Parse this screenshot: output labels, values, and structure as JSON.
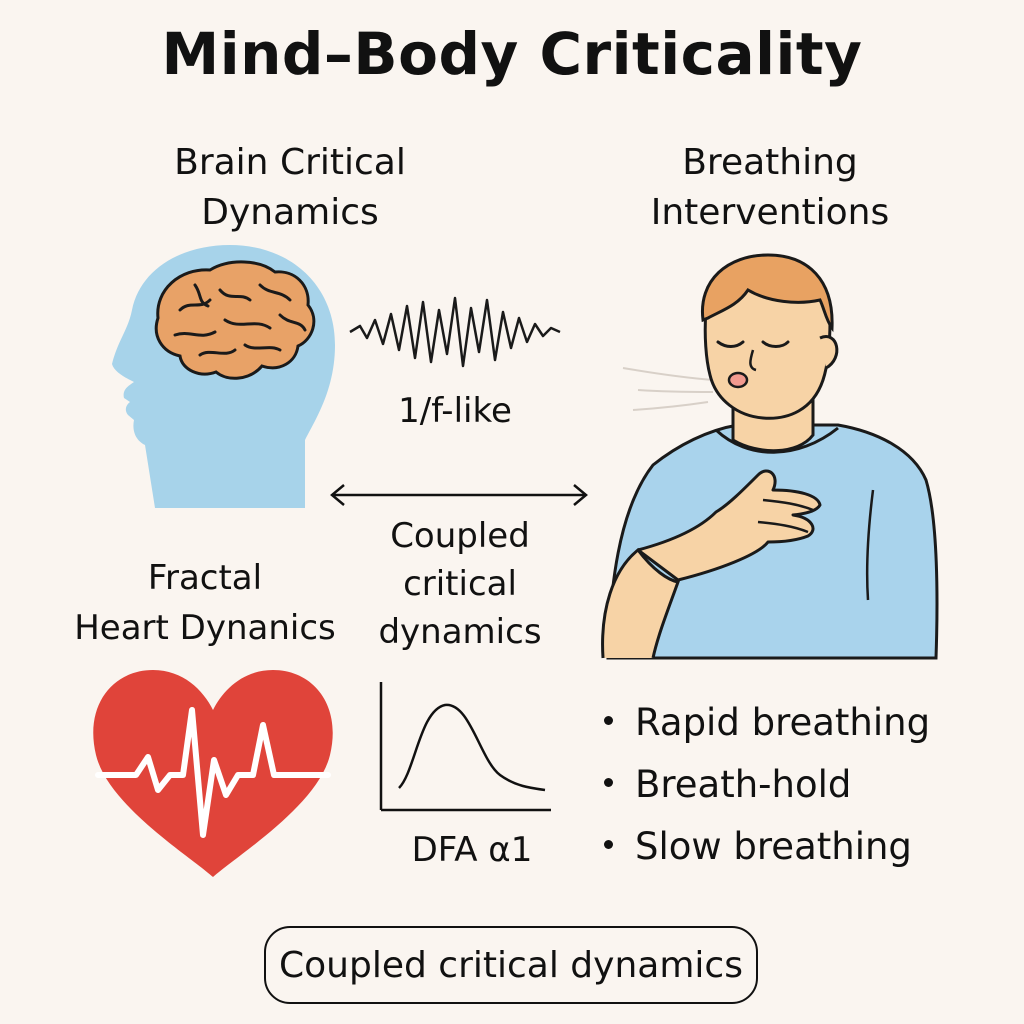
{
  "title": "Mind–Body Criticality",
  "brain": {
    "heading_line1": "Brain Critical",
    "heading_line2": "Dynamics",
    "signal_label": "1/f-like"
  },
  "breathing": {
    "heading_line1": "Breathing",
    "heading_line2": "Interventions",
    "items": [
      "Rapid breathing",
      "Breath-hold",
      "Slow breathing"
    ]
  },
  "center": {
    "label_line1": "Coupled",
    "label_line2": "critical",
    "label_line3": "dynamics"
  },
  "heart": {
    "heading_line1": "Fractal",
    "heading_line2": "Heart Dynanics",
    "dfa_label": "DFA α1"
  },
  "footer": {
    "pill_text": "Coupled critical dynamics"
  },
  "colors": {
    "background": "#FAF5F0",
    "head": "#A7D3EA",
    "brain": "#E8A267",
    "heart": "#E0443A",
    "skin": "#F7D3A6",
    "hair": "#E8A262",
    "shirt": "#A9D3EC"
  },
  "icons": [
    "head-brain-icon",
    "wave-icon",
    "double-arrow-icon",
    "person-breathing-icon",
    "heart-ecg-icon",
    "distribution-curve-icon"
  ]
}
